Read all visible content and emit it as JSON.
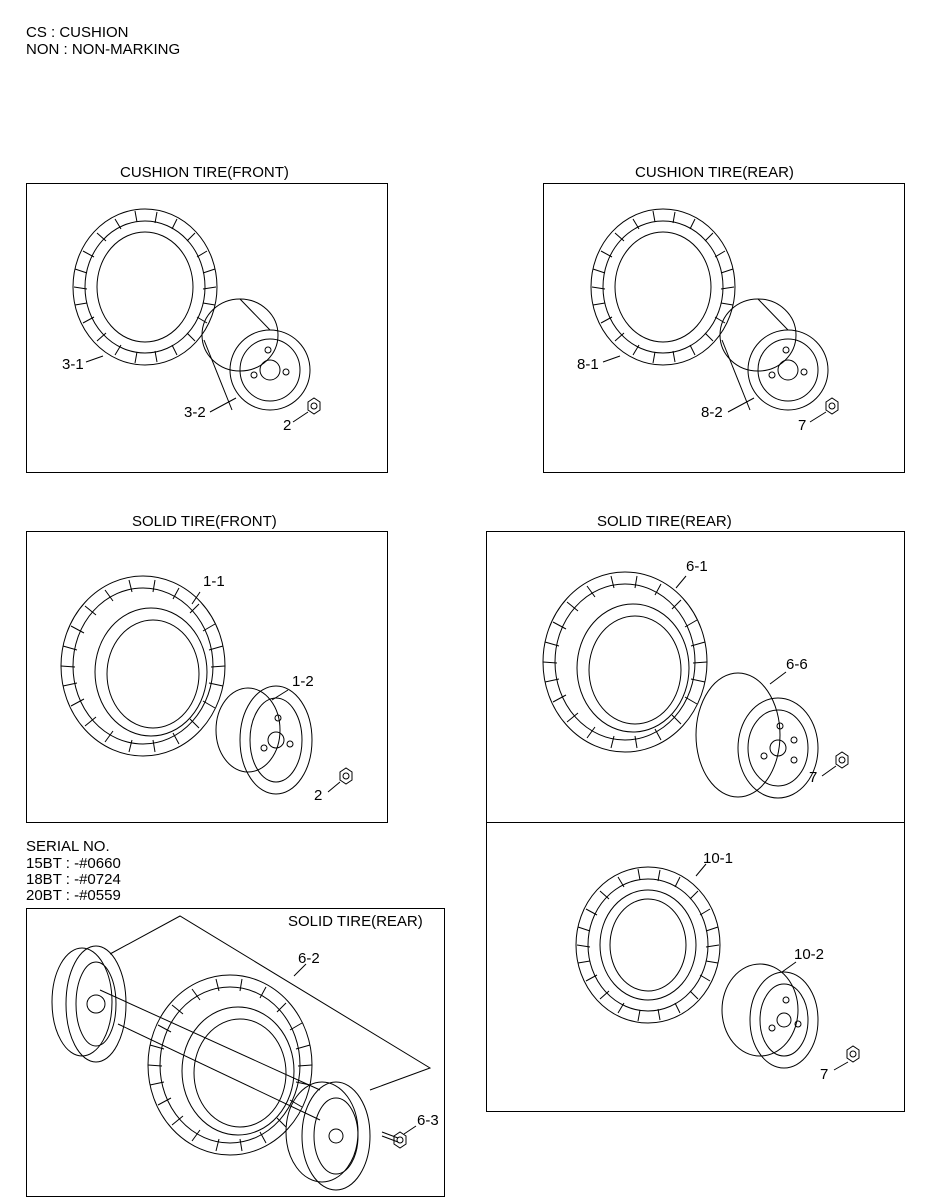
{
  "legend": [
    "CS : CUSHION",
    "NON : NON-MARKING"
  ],
  "serial": {
    "title": "SERIAL NO.",
    "lines": [
      "15BT : -#0660",
      "18BT : -#0724",
      "20BT : -#0559"
    ]
  },
  "panels": {
    "cushion_front": {
      "title": "CUSHION TIRE(FRONT)",
      "labels": [
        "3-1",
        "3-2",
        "2"
      ]
    },
    "cushion_rear": {
      "title": "CUSHION TIRE(REAR)",
      "labels": [
        "8-1",
        "8-2",
        "7"
      ]
    },
    "solid_front": {
      "title": "SOLID TIRE(FRONT)",
      "labels": [
        "1-1",
        "1-2",
        "2"
      ]
    },
    "solid_rear_a": {
      "title": "SOLID TIRE(REAR)",
      "labels": [
        "6-1",
        "6-6",
        "7"
      ]
    },
    "solid_rear_b": {
      "labels": [
        "10-1",
        "10-2",
        "7"
      ]
    },
    "solid_rear_serial": {
      "title": "SOLID TIRE(REAR)",
      "labels": [
        "6-2",
        "6-3"
      ]
    }
  }
}
